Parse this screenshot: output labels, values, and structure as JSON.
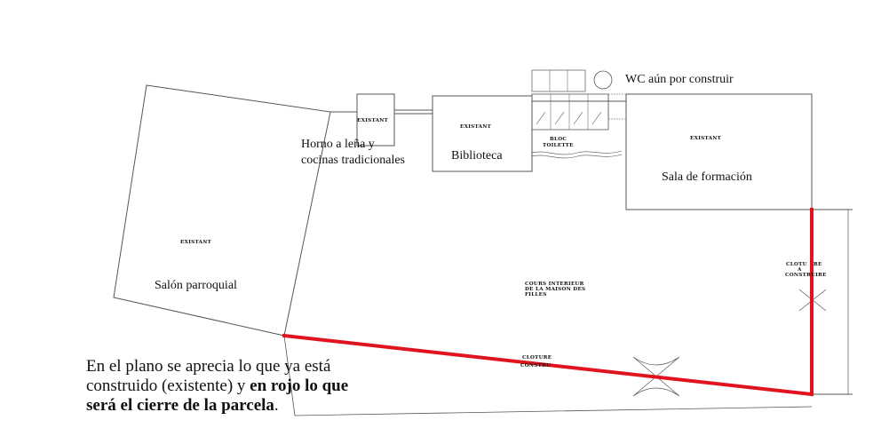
{
  "labels": {
    "existant": "EXISTANT",
    "salon": "Salón  parroquial",
    "horno_1": "Horno a leña y",
    "horno_2": "cocinas tradicionales",
    "biblioteca": "Biblioteca",
    "bloc_1": "BLOC",
    "bloc_2": "TOILETTE",
    "wc": "WC aún por construir",
    "sala": "Sala de formación",
    "cours_1": "COURS INTERIEUR",
    "cours_2": "DE LA MAISON DES",
    "cours_3": "FILLES",
    "cloture_bottom_1": "CLOTURE",
    "cloture_bottom_2": "CONSTRU",
    "cloture_right_1": "CLOTU",
    "cloture_right_1b": "RE",
    "cloture_right_2": "A",
    "cloture_right_3": "CONSTRUIRE"
  },
  "caption": {
    "line1": "En el plano se aprecia lo que ya está",
    "line2_normal": "construido (existente) y ",
    "line2_bold": "en rojo lo que",
    "line3_bold": "será el cierre de la parcela",
    "line3_end": "."
  },
  "colors": {
    "line": "#444444",
    "fence": "#e0141e",
    "text": "#111111"
  }
}
